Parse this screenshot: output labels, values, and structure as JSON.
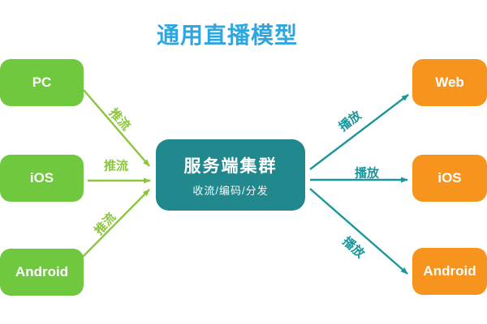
{
  "title": "通用直播模型",
  "server": {
    "title": "服务端集群",
    "subtitle": "收流/编码/分发"
  },
  "sources": [
    {
      "label": "PC"
    },
    {
      "label": "iOS"
    },
    {
      "label": "Android"
    }
  ],
  "targets": [
    {
      "label": "Web"
    },
    {
      "label": "iOS"
    },
    {
      "label": "Android"
    }
  ],
  "labels": {
    "push": "推流",
    "play": "播放"
  },
  "colors": {
    "title": "#2EA7E0",
    "source_box": "#6FC83E",
    "push_arrow": "#8CC63F",
    "server_box": "#21898D",
    "play_arrow": "#1B979B",
    "target_box": "#F7941E",
    "box_text": "#FFFFFF"
  }
}
